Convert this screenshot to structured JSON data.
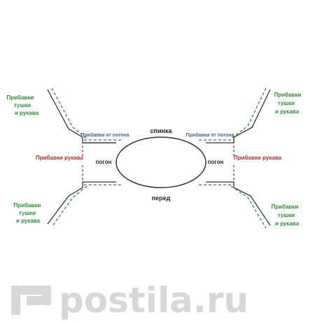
{
  "labels": {
    "back": "спинка",
    "front": "перед",
    "strap_left": "погон",
    "strap_right": "погон",
    "adds_strap_left": "Прибавки от погона",
    "adds_strap_right": "Прибавки от погона",
    "adds_sleeve_left": "Прибавки рукава",
    "adds_sleeve_right": "Прибавки рукава",
    "body_sleeve_tl": [
      "Прибавки",
      "тушки",
      "и рукава"
    ],
    "body_sleeve_tr": [
      "Прибавки",
      "тушки",
      "и рукава"
    ],
    "body_sleeve_bl": [
      "Прибавки",
      "тушки",
      "и рукава"
    ],
    "body_sleeve_br": [
      "Прибавки",
      "тушки",
      "и рукава"
    ]
  },
  "watermark": {
    "text": "postila.ru",
    "icon": "postila-logo-icon"
  },
  "colors": {
    "green": "#2e8b3e",
    "red": "#b03030",
    "blue": "#3a6aa8",
    "watermark": "#d7d7d7",
    "line": "#333333"
  }
}
